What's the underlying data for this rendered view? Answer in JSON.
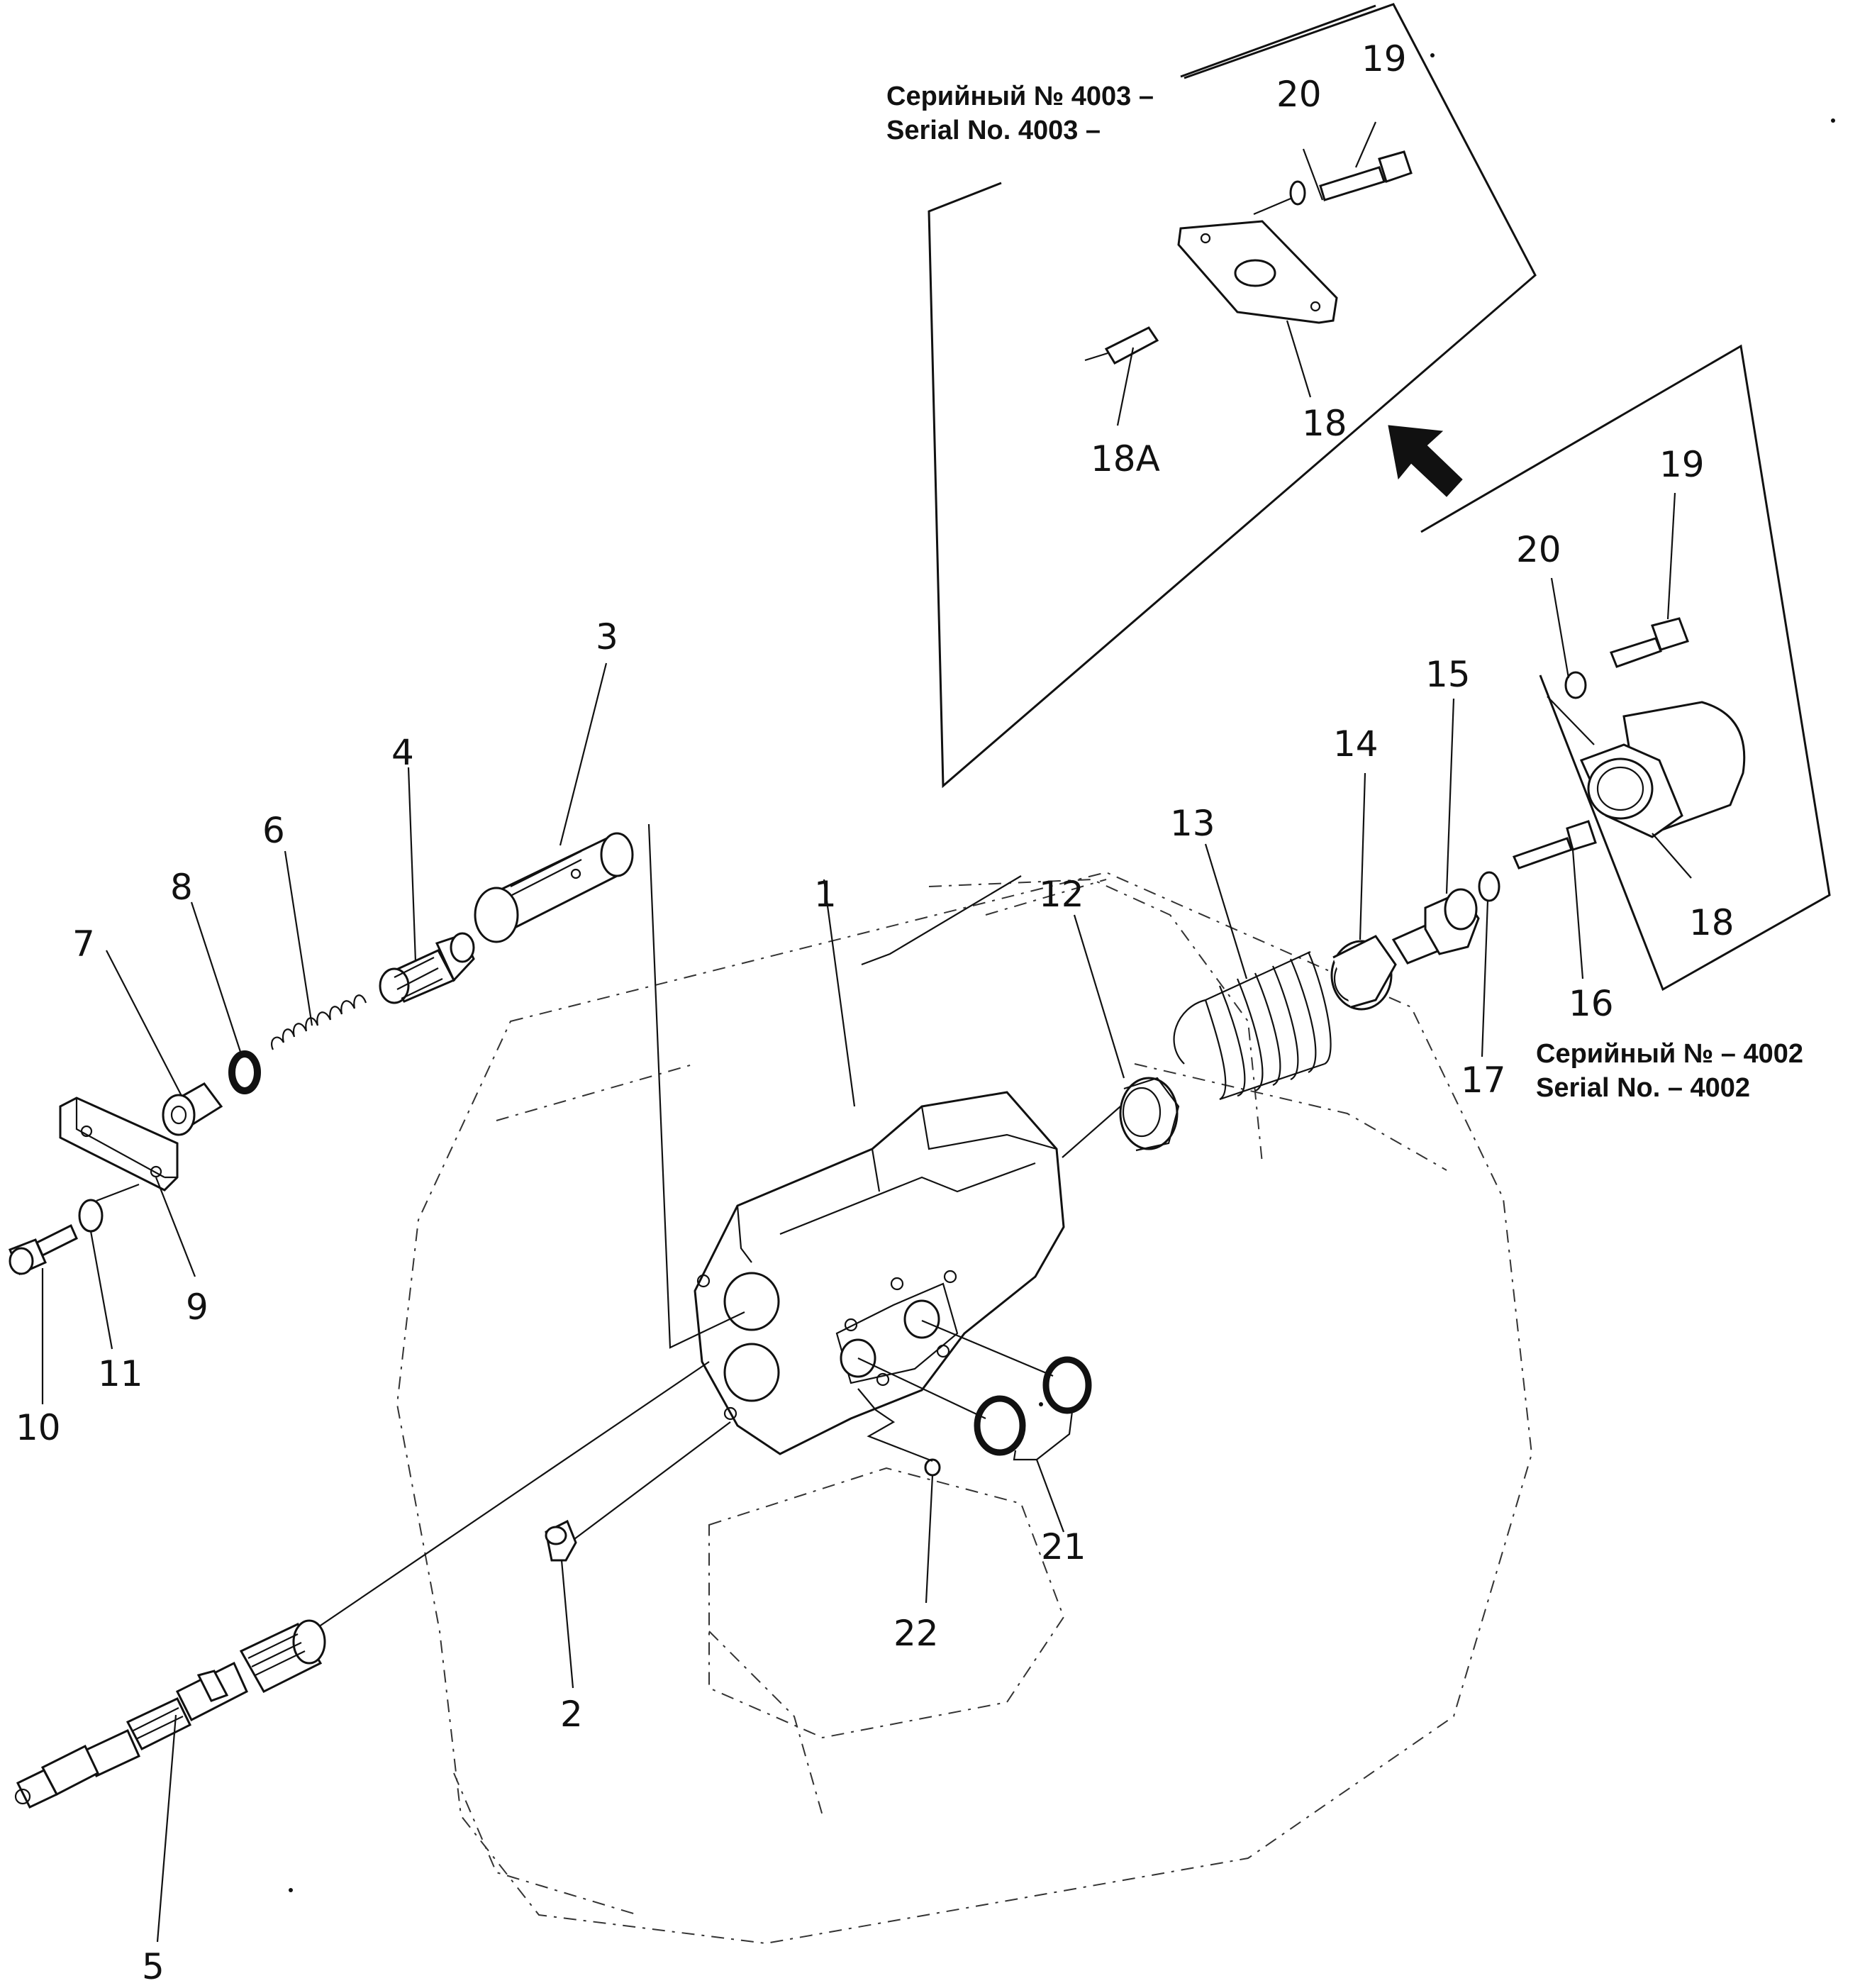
{
  "callouts": {
    "c1": "1",
    "c2": "2",
    "c3": "3",
    "c4": "4",
    "c5": "5",
    "c6": "6",
    "c7": "7",
    "c8": "8",
    "c9": "9",
    "c10": "10",
    "c11": "11",
    "c12": "12",
    "c13": "13",
    "c14": "14",
    "c15": "15",
    "c16": "16",
    "c17": "17",
    "c18a_upper": "18",
    "c18A": "18A",
    "c19_upper": "19",
    "c20_upper": "20",
    "c18_lower": "18",
    "c19_lower": "19",
    "c20_lower": "20",
    "c21": "21",
    "c22": "22"
  },
  "inset_upper": {
    "serial_ru": "Серийный № 4003 –",
    "serial_en": "Serial No. 4003 –"
  },
  "inset_lower": {
    "serial_ru": "Серийный № – 4002",
    "serial_en": "Serial No. – 4002"
  }
}
